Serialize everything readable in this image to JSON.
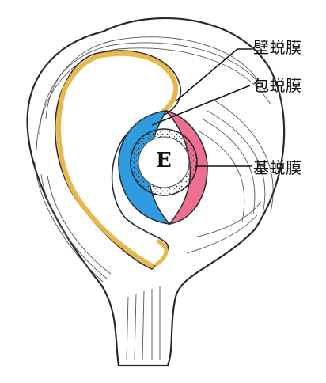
{
  "labels": {
    "decidua_parietalis": "壁蜕膜",
    "decidua_capsularis": "包蜕膜",
    "decidua_basalis": "基蜕膜"
  },
  "embryo_letter": "E",
  "colors": {
    "outline": "#2a2a2a",
    "wall_fill": "#ffffff",
    "parietal_decidua": "#e8b84a",
    "capsular_decidua": "#2f9be0",
    "basal_decidua": "#ee6f92",
    "leader_lines": "#111111"
  }
}
